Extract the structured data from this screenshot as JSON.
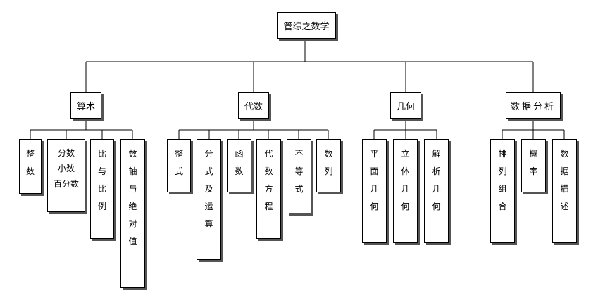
{
  "root": {
    "label": "管综之数学"
  },
  "categories": [
    {
      "label": "算术",
      "leaves": [
        {
          "lines": [
            "整",
            "数"
          ]
        },
        {
          "lines": [
            "分数",
            "小数",
            "百分数"
          ]
        },
        {
          "lines": [
            "比",
            "与",
            "比",
            "例"
          ]
        },
        {
          "lines": [
            "数",
            "轴",
            "与",
            "绝",
            "对",
            "值"
          ]
        }
      ]
    },
    {
      "label": "代数",
      "leaves": [
        {
          "lines": [
            "整",
            "式"
          ]
        },
        {
          "lines": [
            "分",
            "式",
            "及",
            "运",
            "算"
          ]
        },
        {
          "lines": [
            "函",
            "数"
          ]
        },
        {
          "lines": [
            "代",
            "数",
            "方",
            "程"
          ]
        },
        {
          "lines": [
            "不",
            "等",
            "式"
          ]
        },
        {
          "lines": [
            "数",
            "列"
          ]
        }
      ]
    },
    {
      "label": "几何",
      "leaves": [
        {
          "lines": [
            "平",
            "面",
            "几",
            "何"
          ]
        },
        {
          "lines": [
            "立",
            "体",
            "几",
            "何"
          ]
        },
        {
          "lines": [
            "解",
            "析",
            "几",
            "何"
          ]
        }
      ]
    },
    {
      "label": "数据分析",
      "leaves": [
        {
          "lines": [
            "排",
            "列",
            "组",
            "合"
          ]
        },
        {
          "lines": [
            "概",
            "率"
          ]
        },
        {
          "lines": [
            "数",
            "据",
            "描",
            "述"
          ]
        }
      ]
    }
  ]
}
